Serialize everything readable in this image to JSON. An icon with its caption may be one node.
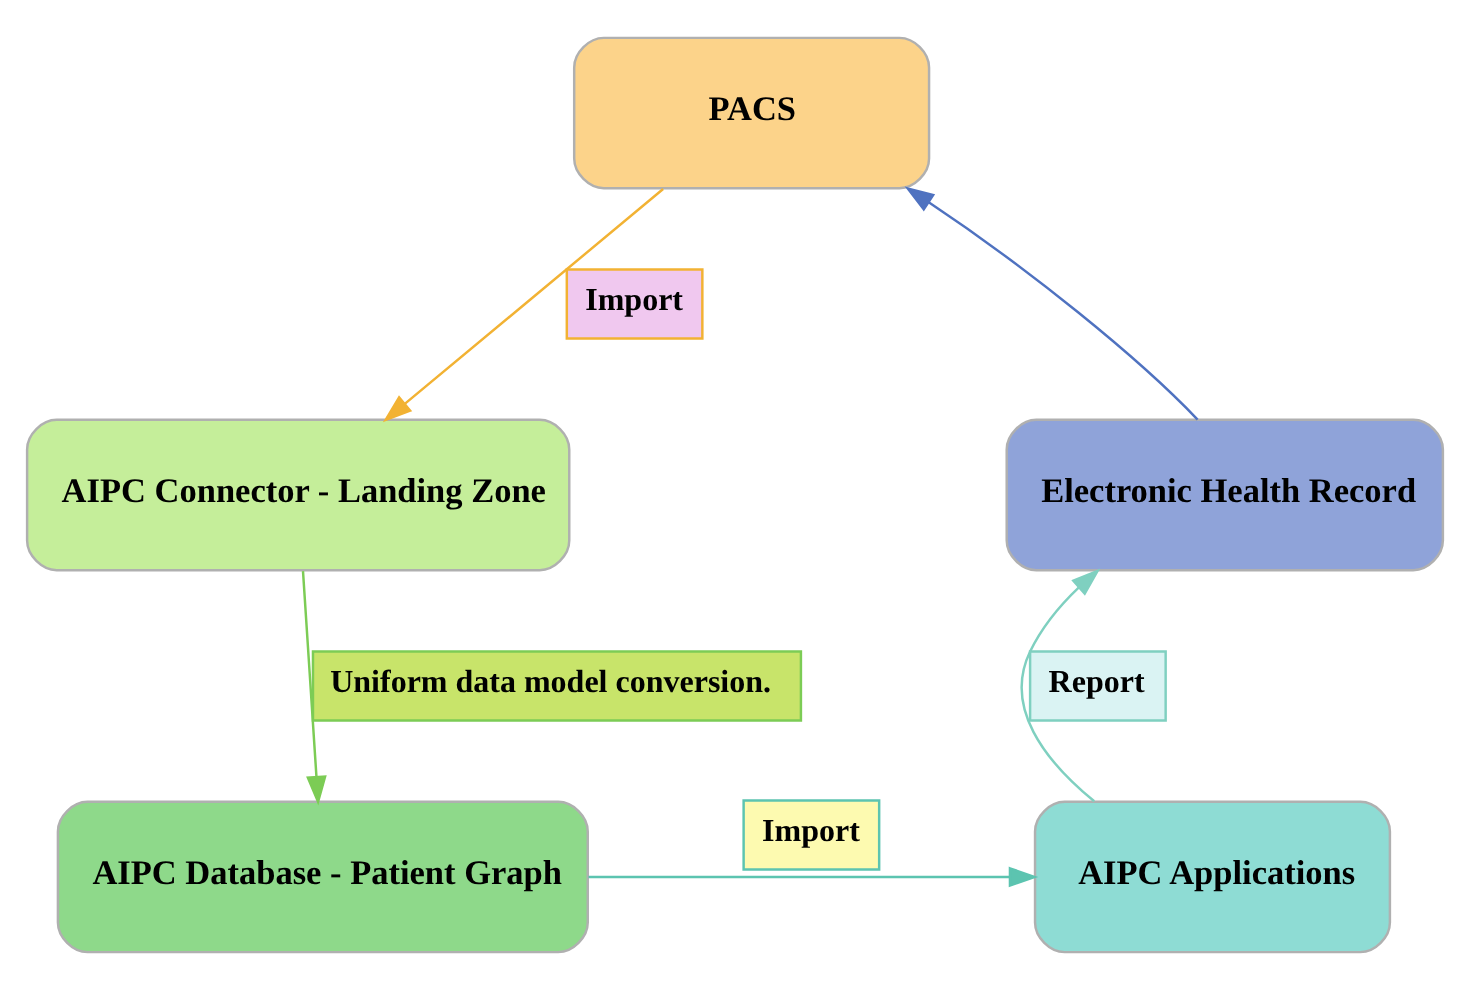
{
  "diagram": {
    "nodes": [
      {
        "text": [
          "PACS"
        ]
      },
      {
        "text": [
          "Electronic Health Record"
        ]
      },
      {
        "text": [
          "AIPC Connector - Landing Zone"
        ]
      },
      {
        "text": [
          "AIPC Applications"
        ]
      },
      {
        "text": [
          "AIPC Database - Patient Graph"
        ]
      }
    ],
    "edges": [
      {
        "from": 0,
        "to": 2,
        "arrow": "to",
        "label": "Import",
        "color": "#f2b233"
      },
      {
        "from": 2,
        "to": 4,
        "arrow": "to",
        "label": "Uniform data model conversion.",
        "color": "#7ccc55"
      },
      {
        "from": 4,
        "to": 3,
        "arrow": "to",
        "label": "Import",
        "color": "#5cc4b0"
      },
      {
        "from": 3,
        "to": 1,
        "arrow": "to",
        "label": "Report",
        "color": "#7fd0c0"
      },
      {
        "from": 1,
        "to": 0,
        "arrow": "to",
        "color": "#4f72c0"
      }
    ]
  }
}
